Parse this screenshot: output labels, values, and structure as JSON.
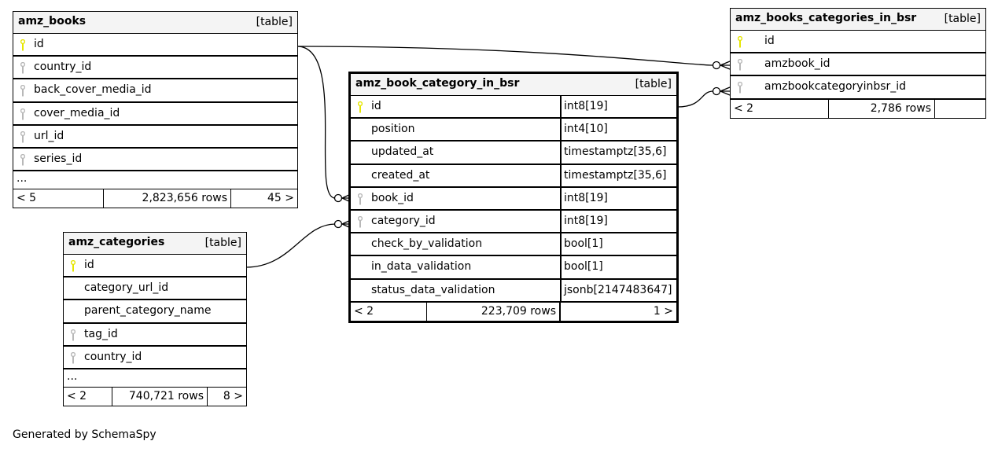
{
  "diagram": {
    "generator_label": "Generated by SchemaSpy",
    "colors": {
      "primary_key": "#e6e600",
      "foreign_key": "#b8b8b8",
      "header_bg": "#f4f4f4"
    }
  },
  "tables": {
    "amz_books": {
      "name": "amz_books",
      "kind": "[table]",
      "columns": [
        {
          "name": "id",
          "key": "primary-key"
        },
        {
          "name": "country_id",
          "key": "foreign-key"
        },
        {
          "name": "back_cover_media_id",
          "key": "foreign-key"
        },
        {
          "name": "cover_media_id",
          "key": "foreign-key"
        },
        {
          "name": "url_id",
          "key": "foreign-key"
        },
        {
          "name": "series_id",
          "key": "foreign-key"
        }
      ],
      "more": "...",
      "parents": "< 5",
      "rows": "2,823,656 rows",
      "children": "45 >"
    },
    "amz_categories": {
      "name": "amz_categories",
      "kind": "[table]",
      "columns": [
        {
          "name": "id",
          "key": "primary-key"
        },
        {
          "name": "category_url_id",
          "key": "none"
        },
        {
          "name": "parent_category_name",
          "key": "none"
        },
        {
          "name": "tag_id",
          "key": "foreign-key"
        },
        {
          "name": "country_id",
          "key": "foreign-key"
        }
      ],
      "more": "...",
      "parents": "< 2",
      "rows": "740,721 rows",
      "children": "8 >"
    },
    "amz_book_category_in_bsr": {
      "name": "amz_book_category_in_bsr",
      "kind": "[table]",
      "columns": [
        {
          "name": "id",
          "type": "int8[19]",
          "key": "primary-key"
        },
        {
          "name": "position",
          "type": "int4[10]",
          "key": "none"
        },
        {
          "name": "updated_at",
          "type": "timestamptz[35,6]",
          "key": "none"
        },
        {
          "name": "created_at",
          "type": "timestamptz[35,6]",
          "key": "none"
        },
        {
          "name": "book_id",
          "type": "int8[19]",
          "key": "foreign-key"
        },
        {
          "name": "category_id",
          "type": "int8[19]",
          "key": "foreign-key"
        },
        {
          "name": "check_by_validation",
          "type": "bool[1]",
          "key": "none"
        },
        {
          "name": "in_data_validation",
          "type": "bool[1]",
          "key": "none"
        },
        {
          "name": "status_data_validation",
          "type": "jsonb[2147483647]",
          "key": "none"
        }
      ],
      "parents": "< 2",
      "rows": "223,709 rows",
      "children": "1 >"
    },
    "amz_books_categories_in_bsr": {
      "name": "amz_books_categories_in_bsr",
      "kind": "[table]",
      "columns": [
        {
          "name": "id",
          "key": "primary-key"
        },
        {
          "name": "amzbook_id",
          "key": "foreign-key"
        },
        {
          "name": "amzbookcategoryinbsr_id",
          "key": "foreign-key"
        }
      ],
      "parents": "< 2",
      "rows": "2,786 rows",
      "children": ""
    }
  },
  "relationships": [
    {
      "from": "amz_books.id",
      "to": "amz_book_category_in_bsr.book_id",
      "cardinality": "zero-or-many"
    },
    {
      "from": "amz_categories.id",
      "to": "amz_book_category_in_bsr.category_id",
      "cardinality": "zero-or-many"
    },
    {
      "from": "amz_books.id",
      "to": "amz_books_categories_in_bsr.amzbook_id",
      "cardinality": "zero-or-many"
    },
    {
      "from": "amz_book_category_in_bsr.id",
      "to": "amz_books_categories_in_bsr.amzbookcategoryinbsr_id",
      "cardinality": "zero-or-many"
    }
  ]
}
